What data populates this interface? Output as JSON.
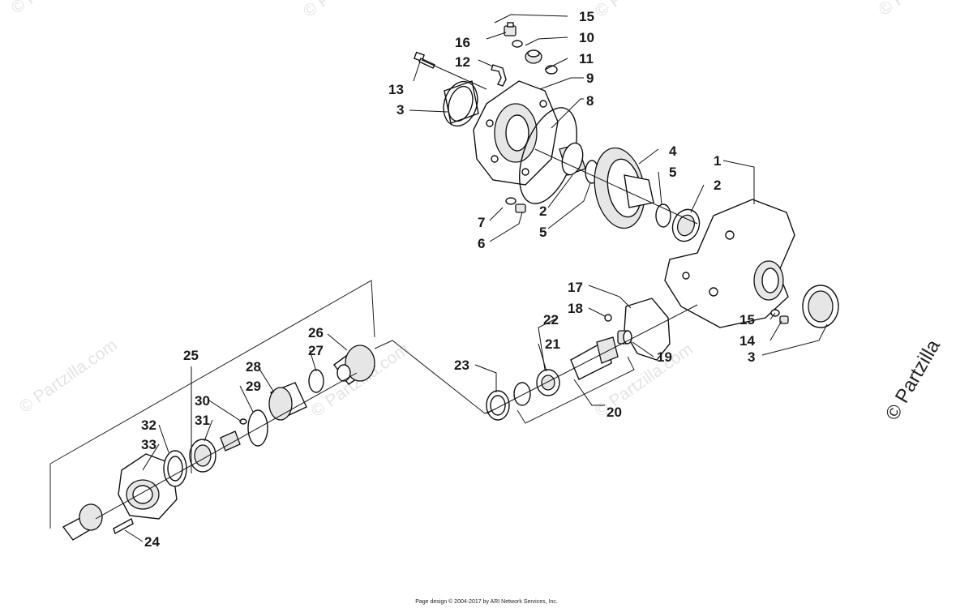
{
  "watermark": {
    "text": "© Partzilla.com"
  },
  "brand": {
    "text": "© Partzilla"
  },
  "footer": {
    "text": "Page design © 2004-2017 by ARI Network Services, Inc."
  },
  "callouts": {
    "n1": "1",
    "n2a": "2",
    "n2b": "2",
    "n3a": "3",
    "n3b": "3",
    "n4": "4",
    "n5a": "5",
    "n5b": "5",
    "n6": "6",
    "n7": "7",
    "n8": "8",
    "n9": "9",
    "n10": "10",
    "n11": "11",
    "n12": "12",
    "n13": "13",
    "n14": "14",
    "n15a": "15",
    "n15b": "15",
    "n16": "16",
    "n17": "17",
    "n18": "18",
    "n19": "19",
    "n20": "20",
    "n21": "21",
    "n22": "22",
    "n23": "23",
    "n24": "24",
    "n25": "25",
    "n26": "26",
    "n27": "27",
    "n28": "28",
    "n29": "29",
    "n30": "30",
    "n31": "31",
    "n32": "32",
    "n33": "33"
  }
}
